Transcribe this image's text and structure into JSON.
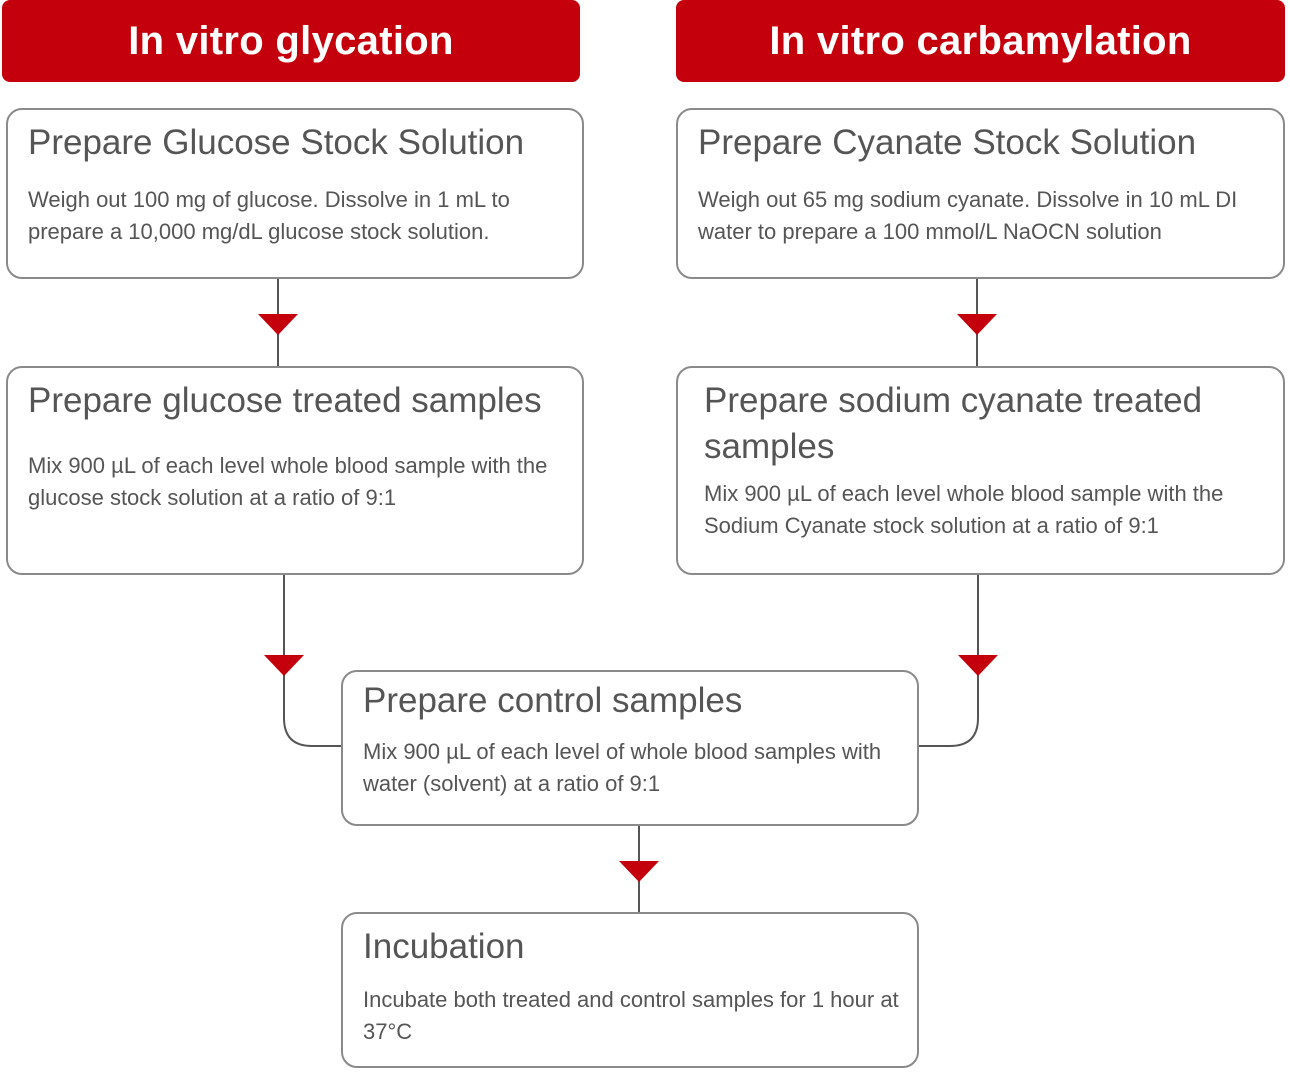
{
  "headers": {
    "glycation": "In vitro glycation",
    "carbamylation": "In vitro carbamylation"
  },
  "steps": {
    "glucose_stock": {
      "title": "Prepare Glucose Stock Solution",
      "text": "Weigh out 100 mg of glucose. Dissolve in 1 mL to prepare a 10,000 mg/dL glucose stock solution."
    },
    "cyanate_stock": {
      "title": "Prepare Cyanate Stock Solution",
      "text": "Weigh out 65 mg sodium cyanate. Dissolve in 10 mL DI water to prepare a 100 mmol/L NaOCN solution"
    },
    "glucose_treated": {
      "title": "Prepare glucose treated samples",
      "text": "Mix 900 µL of each level whole blood sample with the glucose stock solution at a ratio of 9:1"
    },
    "cyanate_treated": {
      "title": "Prepare sodium cyanate treated samples",
      "text": "Mix 900 µL of each level whole blood sample with the Sodium Cyanate stock solution at a ratio of 9:1"
    },
    "control": {
      "title": "Prepare control samples",
      "text": "Mix 900 µL of each level of whole blood samples with water (solvent) at a ratio of 9:1"
    },
    "incubation": {
      "title": "Incubation",
      "text": "Incubate both treated and control samples for 1 hour at 37°C"
    }
  },
  "colors": {
    "accent": "#c4000c",
    "connector": "#555555",
    "box_border": "#8a8a8a",
    "text": "#555555"
  }
}
